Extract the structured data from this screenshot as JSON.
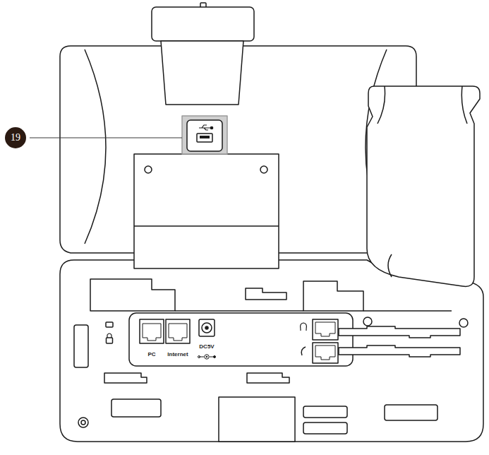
{
  "diagram": {
    "nodes": [
      {
        "text": [
          "19"
        ]
      }
    ],
    "labels": [
      "PC",
      "Internet",
      "DC5V"
    ]
  }
}
